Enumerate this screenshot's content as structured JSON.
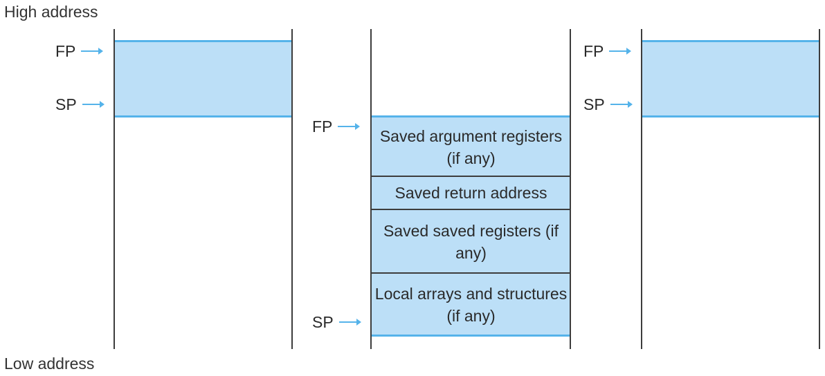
{
  "labels": {
    "high_address": "High address",
    "low_address": "Low address"
  },
  "frames": {
    "before": {
      "fp": "FP",
      "sp": "SP"
    },
    "during": {
      "fp": "FP",
      "sp": "SP",
      "cells": [
        "Saved argument registers (if any)",
        "Saved return address",
        "Saved saved registers (if any)",
        "Local arrays and structures (if any)"
      ]
    },
    "after": {
      "fp": "FP",
      "sp": "SP"
    }
  },
  "colors": {
    "frame_fill": "#bcdff7",
    "pointer_accent": "#55b3ea",
    "line": "#3c3c3c"
  }
}
